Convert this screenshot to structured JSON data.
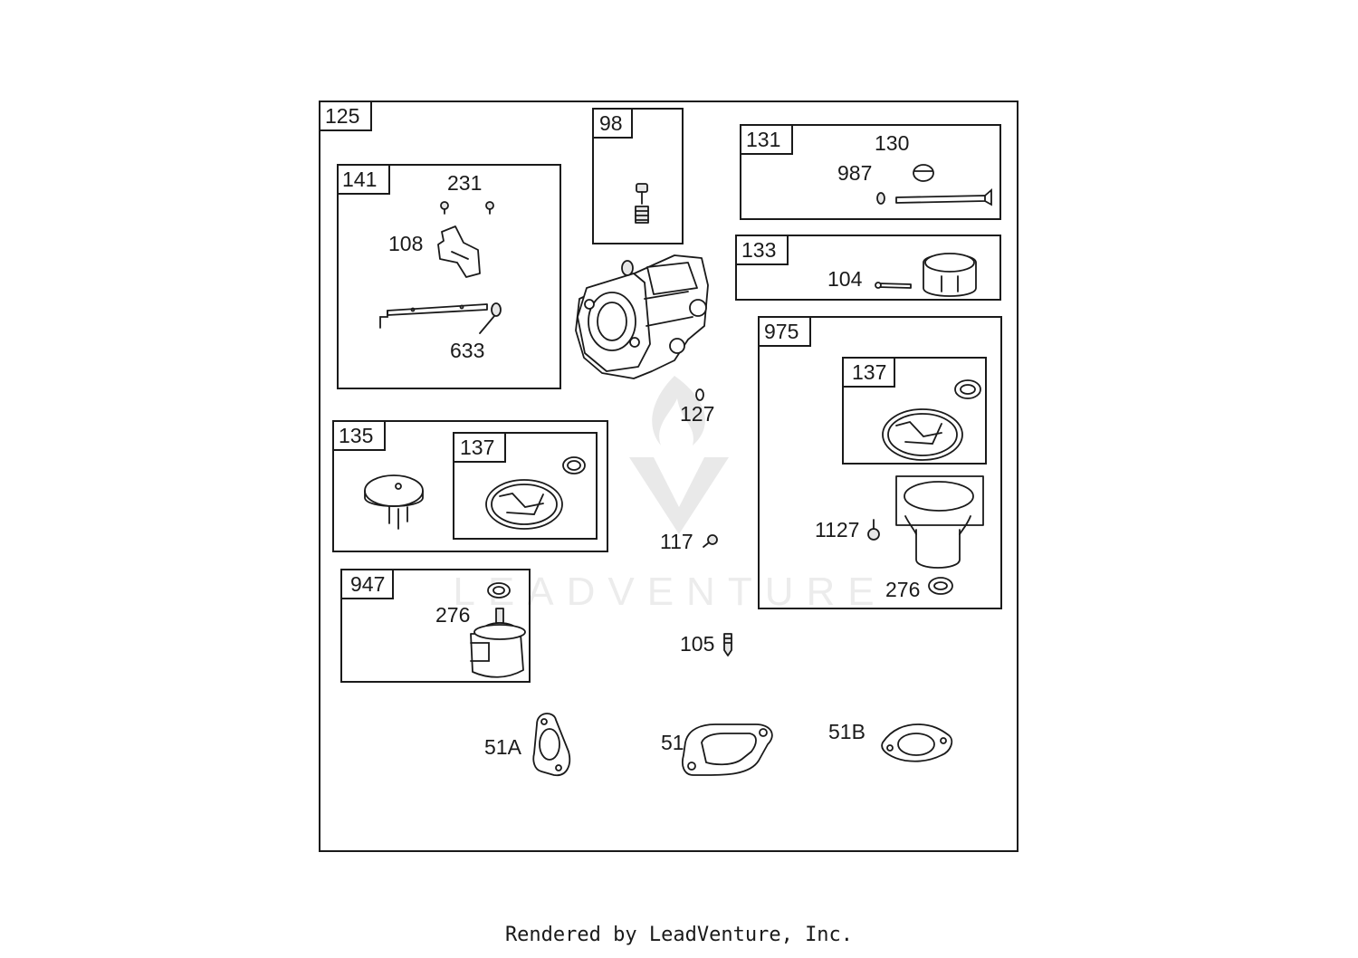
{
  "diagram": {
    "outer_box_label": "125",
    "group_141": {
      "label": "141",
      "parts": [
        "231",
        "108",
        "633"
      ]
    },
    "group_98": {
      "label": "98"
    },
    "group_131": {
      "label": "131",
      "parts": [
        "130",
        "987"
      ]
    },
    "group_133": {
      "label": "133",
      "parts": [
        "104"
      ]
    },
    "group_975": {
      "label": "975",
      "inner_label": "137",
      "parts": [
        "1127",
        "276"
      ]
    },
    "group_135": {
      "label": "135",
      "inner_label": "137"
    },
    "group_947": {
      "label": "947",
      "parts": [
        "276"
      ]
    },
    "loose_parts": [
      "127",
      "117",
      "105",
      "51A",
      "51",
      "51B"
    ]
  },
  "watermark": {
    "text": "LEADVENTURE"
  },
  "footer": {
    "text": "Rendered by LeadVenture, Inc."
  }
}
